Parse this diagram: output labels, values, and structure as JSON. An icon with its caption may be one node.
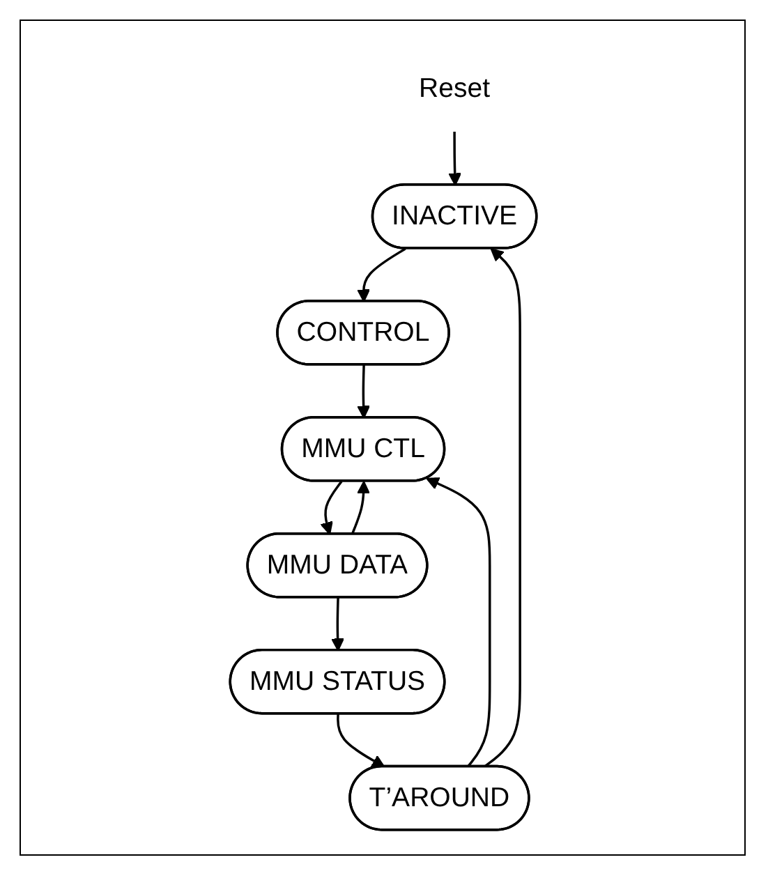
{
  "diagram": {
    "nodes": [
      {
        "text": [
          "Reset"
        ]
      },
      {
        "text": [
          "INACTIVE"
        ]
      },
      {
        "text": [
          "CONTROL"
        ]
      },
      {
        "text": [
          "MMU CTL"
        ]
      },
      {
        "text": [
          "MMU DATA"
        ]
      },
      {
        "text": [
          "MMU STATUS"
        ]
      },
      {
        "text": [
          "T’AROUND"
        ]
      }
    ],
    "edges": [
      {
        "from": 0,
        "to": 1,
        "arrow": "to"
      },
      {
        "from": 1,
        "to": 2,
        "arrow": "to"
      },
      {
        "from": 2,
        "to": 3,
        "arrow": "to"
      },
      {
        "from": 3,
        "to": 4,
        "arrow": "to"
      },
      {
        "from": 4,
        "to": 3,
        "arrow": "to"
      },
      {
        "from": 4,
        "to": 5,
        "arrow": "to"
      },
      {
        "from": 5,
        "to": 6,
        "arrow": "to"
      },
      {
        "from": 6,
        "to": 1,
        "arrow": "to"
      },
      {
        "from": 6,
        "to": 3,
        "arrow": "to"
      }
    ]
  }
}
